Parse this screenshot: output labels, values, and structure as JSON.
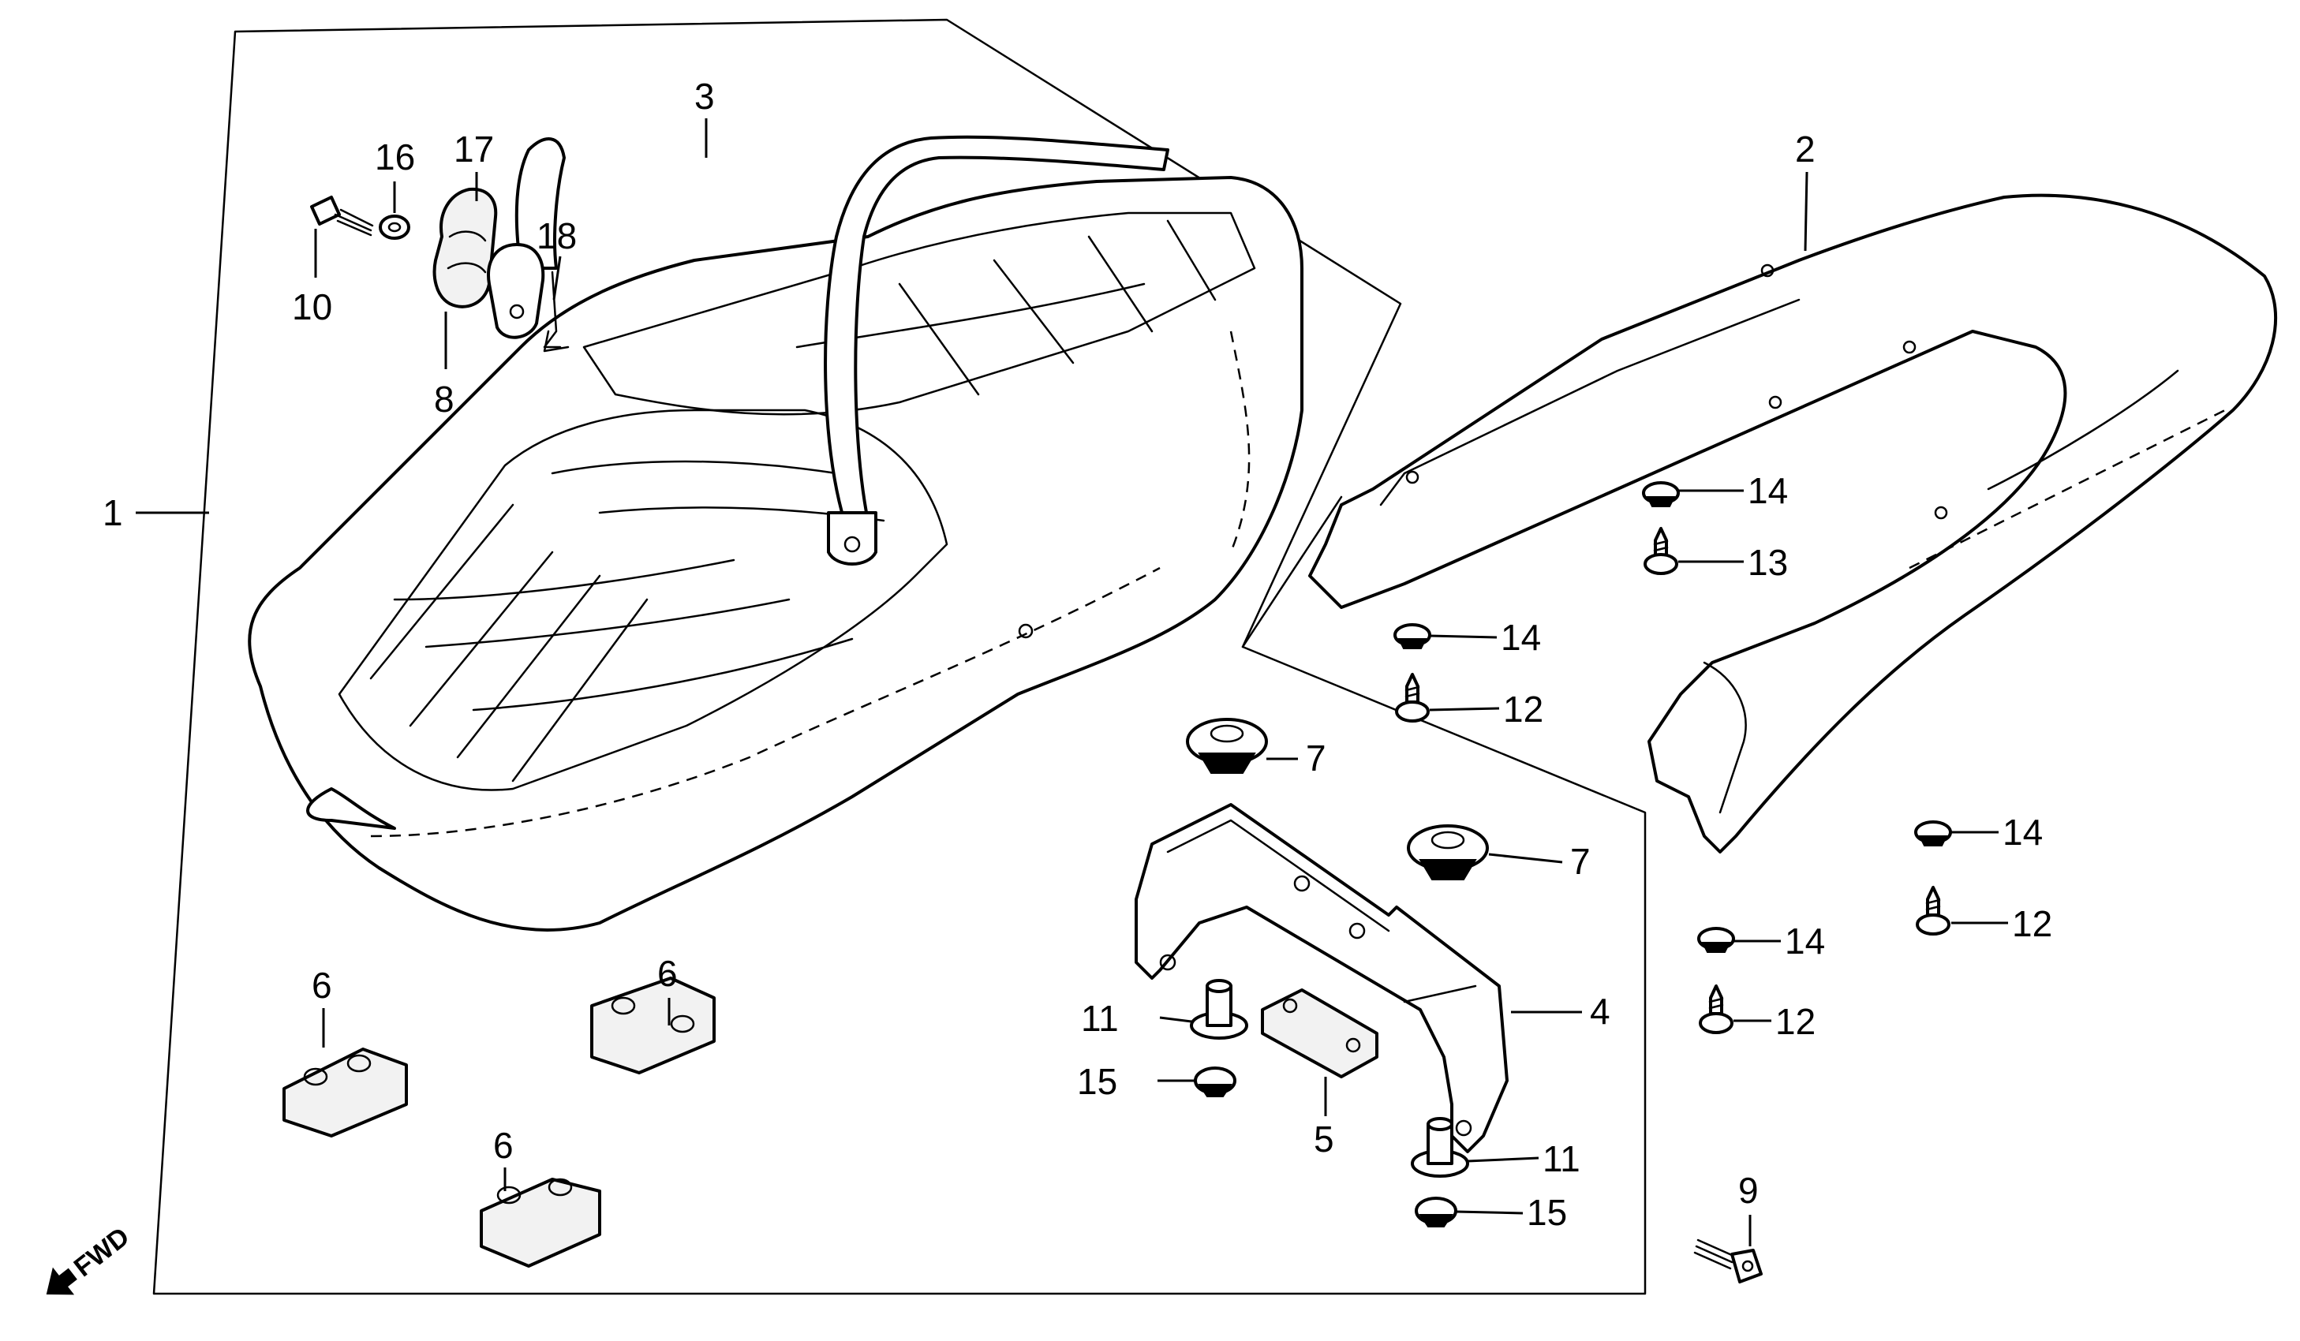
{
  "diagram": {
    "direction_label": "FWD",
    "callouts": [
      {
        "id": "c1",
        "label": "1"
      },
      {
        "id": "c2",
        "label": "2"
      },
      {
        "id": "c3",
        "label": "3"
      },
      {
        "id": "c4",
        "label": "4"
      },
      {
        "id": "c5",
        "label": "5"
      },
      {
        "id": "c6a",
        "label": "6"
      },
      {
        "id": "c6b",
        "label": "6"
      },
      {
        "id": "c6c",
        "label": "6"
      },
      {
        "id": "c7a",
        "label": "7"
      },
      {
        "id": "c7b",
        "label": "7"
      },
      {
        "id": "c8",
        "label": "8"
      },
      {
        "id": "c9",
        "label": "9"
      },
      {
        "id": "c10",
        "label": "10"
      },
      {
        "id": "c11a",
        "label": "11"
      },
      {
        "id": "c11b",
        "label": "11"
      },
      {
        "id": "c12a",
        "label": "12"
      },
      {
        "id": "c12b",
        "label": "12"
      },
      {
        "id": "c12c",
        "label": "12"
      },
      {
        "id": "c13",
        "label": "13"
      },
      {
        "id": "c14a",
        "label": "14"
      },
      {
        "id": "c14b",
        "label": "14"
      },
      {
        "id": "c14c",
        "label": "14"
      },
      {
        "id": "c14d",
        "label": "14"
      },
      {
        "id": "c15a",
        "label": "15"
      },
      {
        "id": "c15b",
        "label": "15"
      },
      {
        "id": "c16",
        "label": "16"
      },
      {
        "id": "c17",
        "label": "17"
      },
      {
        "id": "c18",
        "label": "18"
      }
    ]
  }
}
